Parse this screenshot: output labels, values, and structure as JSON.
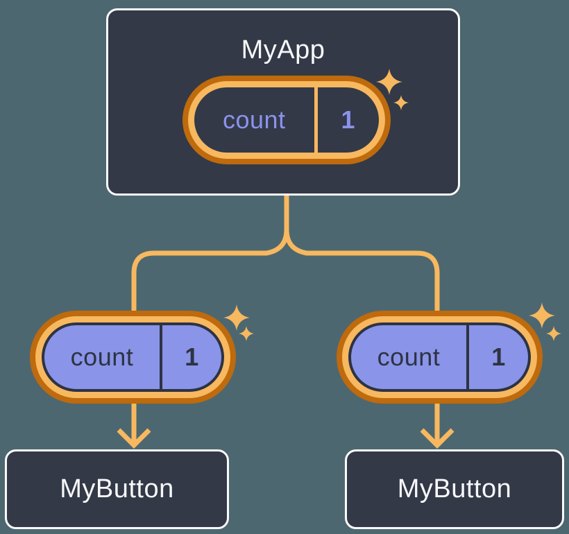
{
  "diagram": {
    "root": {
      "title": "MyApp",
      "state": {
        "name": "count",
        "value": "1"
      }
    },
    "children": [
      {
        "title": "MyButton",
        "prop": {
          "name": "count",
          "value": "1"
        }
      },
      {
        "title": "MyButton",
        "prop": {
          "name": "count",
          "value": "1"
        }
      }
    ]
  },
  "colors": {
    "background": "#4D6770",
    "node_fill": "#333947",
    "node_border": "#FBFBFB",
    "white_text": "#F7F8FA",
    "orange_light": "#F7B85F",
    "orange_dark": "#BE6A0D",
    "purple": "#8A94E8",
    "periwinkle_text": "#8A93EB",
    "dark_text": "#2D3343"
  }
}
